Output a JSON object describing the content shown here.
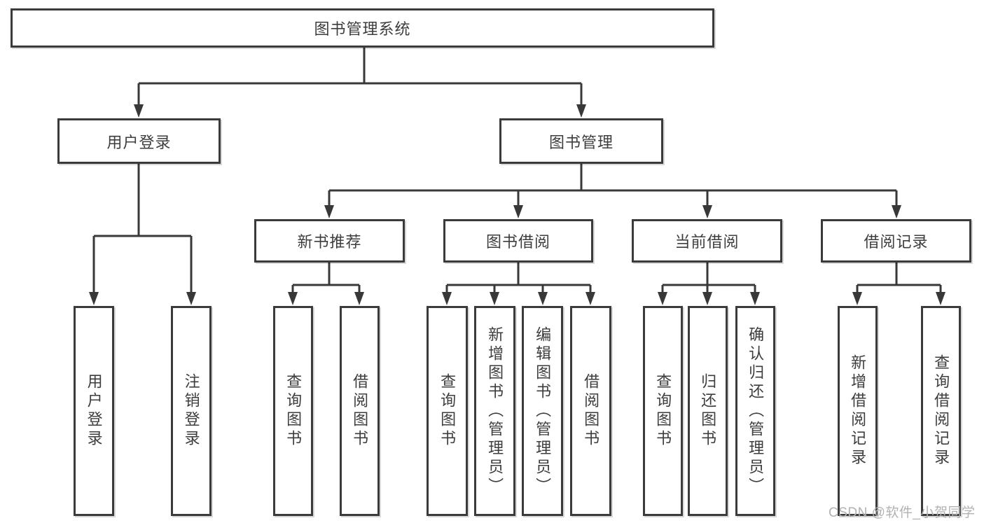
{
  "diagram": {
    "root": {
      "label": "图书管理系统"
    },
    "branches": [
      {
        "label": "用户登录",
        "children": [
          {
            "label": "用户登录"
          },
          {
            "label": "注销登录"
          }
        ]
      },
      {
        "label": "图书管理",
        "children": [
          {
            "label": "新书推荐",
            "children": [
              {
                "label": "查询图书"
              },
              {
                "label": "借阅图书"
              }
            ]
          },
          {
            "label": "图书借阅",
            "children": [
              {
                "label": "查询图书"
              },
              {
                "label": "新增图书（管理员）"
              },
              {
                "label": "编辑图书（管理员）"
              },
              {
                "label": "借阅图书"
              }
            ]
          },
          {
            "label": "当前借阅",
            "children": [
              {
                "label": "查询图书"
              },
              {
                "label": "归还图书"
              },
              {
                "label": "确认归还（管理员）"
              }
            ]
          },
          {
            "label": "借阅记录",
            "children": [
              {
                "label": "新增借阅记录"
              },
              {
                "label": "查询借阅记录"
              }
            ]
          }
        ]
      }
    ]
  },
  "watermark": {
    "text": "CSDN @软件_小贺同学"
  },
  "colors": {
    "line": "#383838",
    "text": "#3d3d3d",
    "watermark": "#b2b2b2"
  }
}
